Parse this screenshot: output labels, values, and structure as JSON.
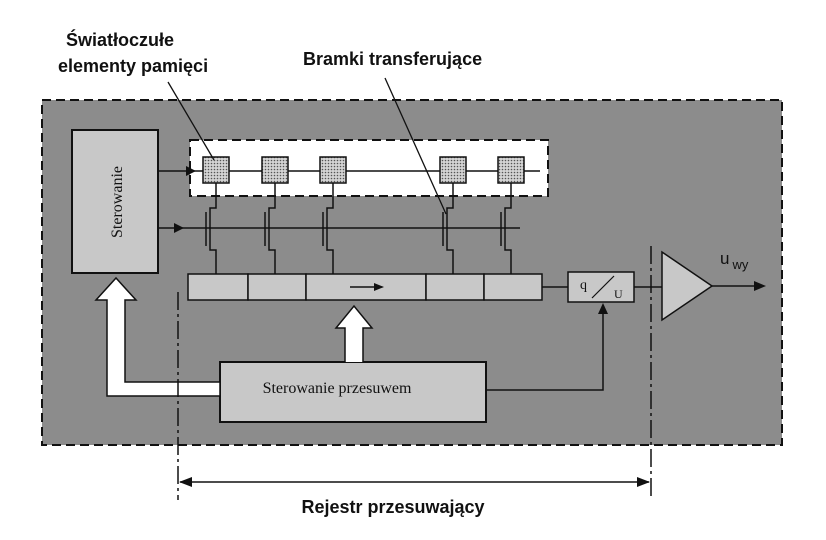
{
  "labels": {
    "photosensitive_line1": "Światłoczułe",
    "photosensitive_line2": "elementy pamięci",
    "transfer_gates": "Bramki transferujące",
    "control": "Sterowanie",
    "shift_control": "Sterowanie przesuwem",
    "shift_register": "Rejestr przesuwający",
    "output_u": "u",
    "output_sub": "wy",
    "converter_q": "q",
    "converter_u": "U"
  },
  "colors": {
    "chip_background": "#8c8c8c",
    "block_fill": "#c8c8c8",
    "pixel_fill": "#cfcfcf",
    "line": "#111111",
    "page": "#ffffff"
  },
  "pixel_count": 5,
  "register_cell_count": 5,
  "icons": {
    "register_arrow": "arrow-right-icon",
    "output_amplifier": "amplifier-triangle-icon"
  }
}
